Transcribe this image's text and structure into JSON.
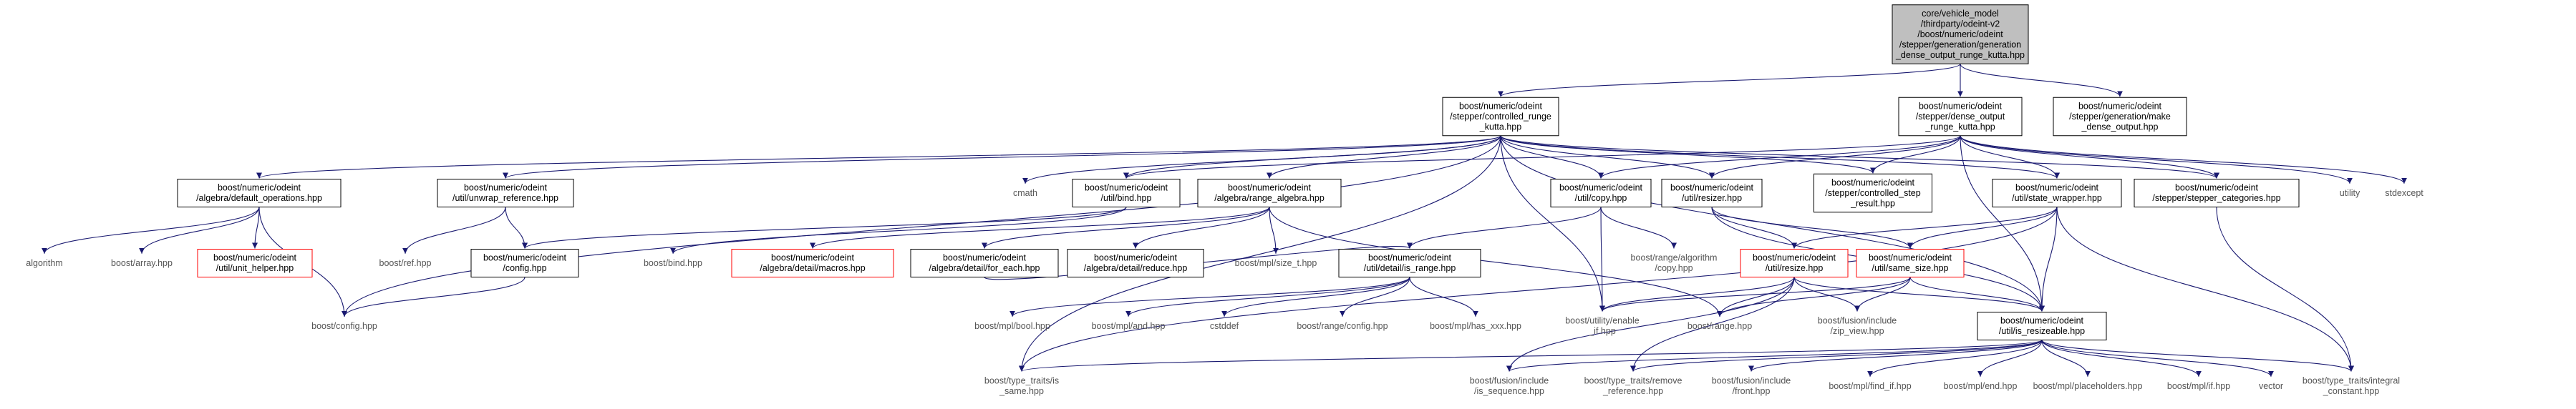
{
  "diagram": {
    "title": "",
    "nodes": [
      {
        "id": "root",
        "style": "root",
        "lines": [
          "core/vehicle_model",
          "/thirdparty/odeint-v2",
          "/boost/numeric/odeint",
          "/stepper/generation/generation",
          "_dense_output_runge_kutta.hpp"
        ]
      },
      {
        "id": "controlled_runge_kutta",
        "style": "std",
        "lines": [
          "boost/numeric/odeint",
          "/stepper/controlled_runge",
          "_kutta.hpp"
        ]
      },
      {
        "id": "dense_output_runge_kutta",
        "style": "std",
        "lines": [
          "boost/numeric/odeint",
          "/stepper/dense_output",
          "_runge_kutta.hpp"
        ]
      },
      {
        "id": "make_dense_output",
        "style": "std",
        "lines": [
          "boost/numeric/odeint",
          "/stepper/generation/make",
          "_dense_output.hpp"
        ]
      },
      {
        "id": "default_operations",
        "style": "std",
        "lines": [
          "boost/numeric/odeint",
          "/algebra/default_operations.hpp"
        ]
      },
      {
        "id": "unwrap_reference",
        "style": "std",
        "lines": [
          "boost/numeric/odeint",
          "/util/unwrap_reference.hpp"
        ]
      },
      {
        "id": "cmath",
        "style": "grey",
        "lines": [
          "cmath"
        ]
      },
      {
        "id": "util_bind",
        "style": "std",
        "lines": [
          "boost/numeric/odeint",
          "/util/bind.hpp"
        ]
      },
      {
        "id": "range_algebra",
        "style": "std",
        "lines": [
          "boost/numeric/odeint",
          "/algebra/range_algebra.hpp"
        ]
      },
      {
        "id": "util_copy",
        "style": "std",
        "lines": [
          "boost/numeric/odeint",
          "/util/copy.hpp"
        ]
      },
      {
        "id": "util_resizer",
        "style": "std",
        "lines": [
          "boost/numeric/odeint",
          "/util/resizer.hpp"
        ]
      },
      {
        "id": "controlled_step_result",
        "style": "std",
        "lines": [
          "boost/numeric/odeint",
          "/stepper/controlled_step",
          "_result.hpp"
        ]
      },
      {
        "id": "state_wrapper",
        "style": "std",
        "lines": [
          "boost/numeric/odeint",
          "/util/state_wrapper.hpp"
        ]
      },
      {
        "id": "stepper_categories",
        "style": "std",
        "lines": [
          "boost/numeric/odeint",
          "/stepper/stepper_categories.hpp"
        ]
      },
      {
        "id": "utility",
        "style": "grey",
        "lines": [
          "utility"
        ]
      },
      {
        "id": "stdexcept",
        "style": "grey",
        "lines": [
          "stdexcept"
        ]
      },
      {
        "id": "algorithm",
        "style": "grey",
        "lines": [
          "algorithm"
        ]
      },
      {
        "id": "boost_array",
        "style": "grey",
        "lines": [
          "boost/array.hpp"
        ]
      },
      {
        "id": "unit_helper",
        "style": "red",
        "lines": [
          "boost/numeric/odeint",
          "/util/unit_helper.hpp"
        ]
      },
      {
        "id": "boost_ref",
        "style": "grey",
        "lines": [
          "boost/ref.hpp"
        ]
      },
      {
        "id": "odeint_config",
        "style": "std",
        "lines": [
          "boost/numeric/odeint",
          "/config.hpp"
        ]
      },
      {
        "id": "boost_bind",
        "style": "grey",
        "lines": [
          "boost/bind.hpp"
        ]
      },
      {
        "id": "algebra_macros",
        "style": "red",
        "lines": [
          "boost/numeric/odeint",
          "/algebra/detail/macros.hpp"
        ]
      },
      {
        "id": "for_each",
        "style": "std",
        "lines": [
          "boost/numeric/odeint",
          "/algebra/detail/for_each.hpp"
        ]
      },
      {
        "id": "reduce",
        "style": "std",
        "lines": [
          "boost/numeric/odeint",
          "/algebra/detail/reduce.hpp"
        ]
      },
      {
        "id": "mpl_size_t",
        "style": "grey",
        "lines": [
          "boost/mpl/size_t.hpp"
        ]
      },
      {
        "id": "is_range",
        "style": "std",
        "lines": [
          "boost/numeric/odeint",
          "/util/detail/is_range.hpp"
        ]
      },
      {
        "id": "range_algorithm_copy",
        "style": "grey",
        "lines": [
          "boost/range/algorithm",
          "/copy.hpp"
        ]
      },
      {
        "id": "util_resize",
        "style": "red",
        "lines": [
          "boost/numeric/odeint",
          "/util/resize.hpp"
        ]
      },
      {
        "id": "util_same_size",
        "style": "red",
        "lines": [
          "boost/numeric/odeint",
          "/util/same_size.hpp"
        ]
      },
      {
        "id": "boost_config",
        "style": "grey",
        "lines": [
          "boost/config.hpp"
        ]
      },
      {
        "id": "mpl_bool",
        "style": "grey",
        "lines": [
          "boost/mpl/bool.hpp"
        ]
      },
      {
        "id": "mpl_and",
        "style": "grey",
        "lines": [
          "boost/mpl/and.hpp"
        ]
      },
      {
        "id": "cstddef",
        "style": "grey",
        "lines": [
          "cstddef"
        ]
      },
      {
        "id": "range_config",
        "style": "grey",
        "lines": [
          "boost/range/config.hpp"
        ]
      },
      {
        "id": "mpl_has_xxx",
        "style": "grey",
        "lines": [
          "boost/mpl/has_xxx.hpp"
        ]
      },
      {
        "id": "enable_if",
        "style": "grey",
        "lines": [
          "boost/utility/enable",
          "_if.hpp"
        ]
      },
      {
        "id": "boost_range",
        "style": "grey",
        "lines": [
          "boost/range.hpp"
        ]
      },
      {
        "id": "zip_view",
        "style": "grey",
        "lines": [
          "boost/fusion/include",
          "/zip_view.hpp"
        ]
      },
      {
        "id": "is_resizeable",
        "style": "std",
        "lines": [
          "boost/numeric/odeint",
          "/util/is_resizeable.hpp"
        ]
      },
      {
        "id": "is_same",
        "style": "grey",
        "lines": [
          "boost/type_traits/is",
          "_same.hpp"
        ]
      },
      {
        "id": "is_sequence",
        "style": "grey",
        "lines": [
          "boost/fusion/include",
          "/is_sequence.hpp"
        ]
      },
      {
        "id": "remove_reference",
        "style": "grey",
        "lines": [
          "boost/type_traits/remove",
          "_reference.hpp"
        ]
      },
      {
        "id": "fusion_front",
        "style": "grey",
        "lines": [
          "boost/fusion/include",
          "/front.hpp"
        ]
      },
      {
        "id": "mpl_find_if",
        "style": "grey",
        "lines": [
          "boost/mpl/find_if.hpp"
        ]
      },
      {
        "id": "mpl_end",
        "style": "grey",
        "lines": [
          "boost/mpl/end.hpp"
        ]
      },
      {
        "id": "mpl_placeholders",
        "style": "grey",
        "lines": [
          "boost/mpl/placeholders.hpp"
        ]
      },
      {
        "id": "mpl_if",
        "style": "grey",
        "lines": [
          "boost/mpl/if.hpp"
        ]
      },
      {
        "id": "vector",
        "style": "grey",
        "lines": [
          "vector"
        ]
      },
      {
        "id": "integral_constant",
        "style": "grey",
        "lines": [
          "boost/type_traits/integral",
          "_constant.hpp"
        ]
      }
    ],
    "edges": [
      [
        "root",
        "controlled_runge_kutta"
      ],
      [
        "root",
        "dense_output_runge_kutta"
      ],
      [
        "root",
        "make_dense_output"
      ],
      [
        "controlled_runge_kutta",
        "default_operations"
      ],
      [
        "controlled_runge_kutta",
        "unwrap_reference"
      ],
      [
        "controlled_runge_kutta",
        "cmath"
      ],
      [
        "controlled_runge_kutta",
        "util_bind"
      ],
      [
        "controlled_runge_kutta",
        "range_algebra"
      ],
      [
        "controlled_runge_kutta",
        "util_copy"
      ],
      [
        "controlled_runge_kutta",
        "util_resizer"
      ],
      [
        "controlled_runge_kutta",
        "controlled_step_result"
      ],
      [
        "controlled_runge_kutta",
        "state_wrapper"
      ],
      [
        "controlled_runge_kutta",
        "stepper_categories"
      ],
      [
        "controlled_runge_kutta",
        "boost_config"
      ],
      [
        "controlled_runge_kutta",
        "enable_if"
      ],
      [
        "controlled_runge_kutta",
        "is_resizeable"
      ],
      [
        "controlled_runge_kutta",
        "is_same"
      ],
      [
        "dense_output_runge_kutta",
        "util_bind"
      ],
      [
        "dense_output_runge_kutta",
        "util_copy"
      ],
      [
        "dense_output_runge_kutta",
        "util_resizer"
      ],
      [
        "dense_output_runge_kutta",
        "controlled_step_result"
      ],
      [
        "dense_output_runge_kutta",
        "state_wrapper"
      ],
      [
        "dense_output_runge_kutta",
        "stepper_categories"
      ],
      [
        "dense_output_runge_kutta",
        "utility"
      ],
      [
        "dense_output_runge_kutta",
        "stdexcept"
      ],
      [
        "dense_output_runge_kutta",
        "is_resizeable"
      ],
      [
        "default_operations",
        "algorithm"
      ],
      [
        "default_operations",
        "boost_array"
      ],
      [
        "default_operations",
        "unit_helper"
      ],
      [
        "default_operations",
        "boost_config"
      ],
      [
        "unwrap_reference",
        "boost_ref"
      ],
      [
        "unwrap_reference",
        "odeint_config"
      ],
      [
        "util_bind",
        "odeint_config"
      ],
      [
        "util_bind",
        "boost_bind"
      ],
      [
        "range_algebra",
        "algebra_macros"
      ],
      [
        "range_algebra",
        "for_each"
      ],
      [
        "range_algebra",
        "reduce"
      ],
      [
        "range_algebra",
        "mpl_size_t"
      ],
      [
        "range_algebra",
        "boost_range"
      ],
      [
        "for_each",
        "is_range"
      ],
      [
        "util_copy",
        "is_range"
      ],
      [
        "util_copy",
        "range_algorithm_copy"
      ],
      [
        "util_copy",
        "enable_if"
      ],
      [
        "util_resizer",
        "util_resize"
      ],
      [
        "util_resizer",
        "util_same_size"
      ],
      [
        "util_resizer",
        "is_resizeable"
      ],
      [
        "state_wrapper",
        "util_resize"
      ],
      [
        "state_wrapper",
        "util_same_size"
      ],
      [
        "state_wrapper",
        "is_resizeable"
      ],
      [
        "state_wrapper",
        "integral_constant"
      ],
      [
        "state_wrapper",
        "is_same"
      ],
      [
        "stepper_categories",
        "integral_constant"
      ],
      [
        "odeint_config",
        "boost_config"
      ],
      [
        "is_range",
        "mpl_bool"
      ],
      [
        "is_range",
        "mpl_and"
      ],
      [
        "is_range",
        "cstddef"
      ],
      [
        "is_range",
        "range_config"
      ],
      [
        "is_range",
        "mpl_has_xxx"
      ],
      [
        "util_resize",
        "enable_if"
      ],
      [
        "util_resize",
        "boost_range"
      ],
      [
        "util_resize",
        "zip_view"
      ],
      [
        "util_resize",
        "is_resizeable"
      ],
      [
        "util_resize",
        "is_sequence"
      ],
      [
        "util_resize",
        "remove_reference"
      ],
      [
        "util_same_size",
        "enable_if"
      ],
      [
        "util_same_size",
        "boost_range"
      ],
      [
        "util_same_size",
        "zip_view"
      ],
      [
        "util_same_size",
        "is_resizeable"
      ],
      [
        "is_resizeable",
        "is_same"
      ],
      [
        "is_resizeable",
        "is_sequence"
      ],
      [
        "is_resizeable",
        "remove_reference"
      ],
      [
        "is_resizeable",
        "fusion_front"
      ],
      [
        "is_resizeable",
        "mpl_find_if"
      ],
      [
        "is_resizeable",
        "mpl_end"
      ],
      [
        "is_resizeable",
        "mpl_placeholders"
      ],
      [
        "is_resizeable",
        "mpl_if"
      ],
      [
        "is_resizeable",
        "vector"
      ],
      [
        "is_resizeable",
        "integral_constant"
      ]
    ]
  }
}
